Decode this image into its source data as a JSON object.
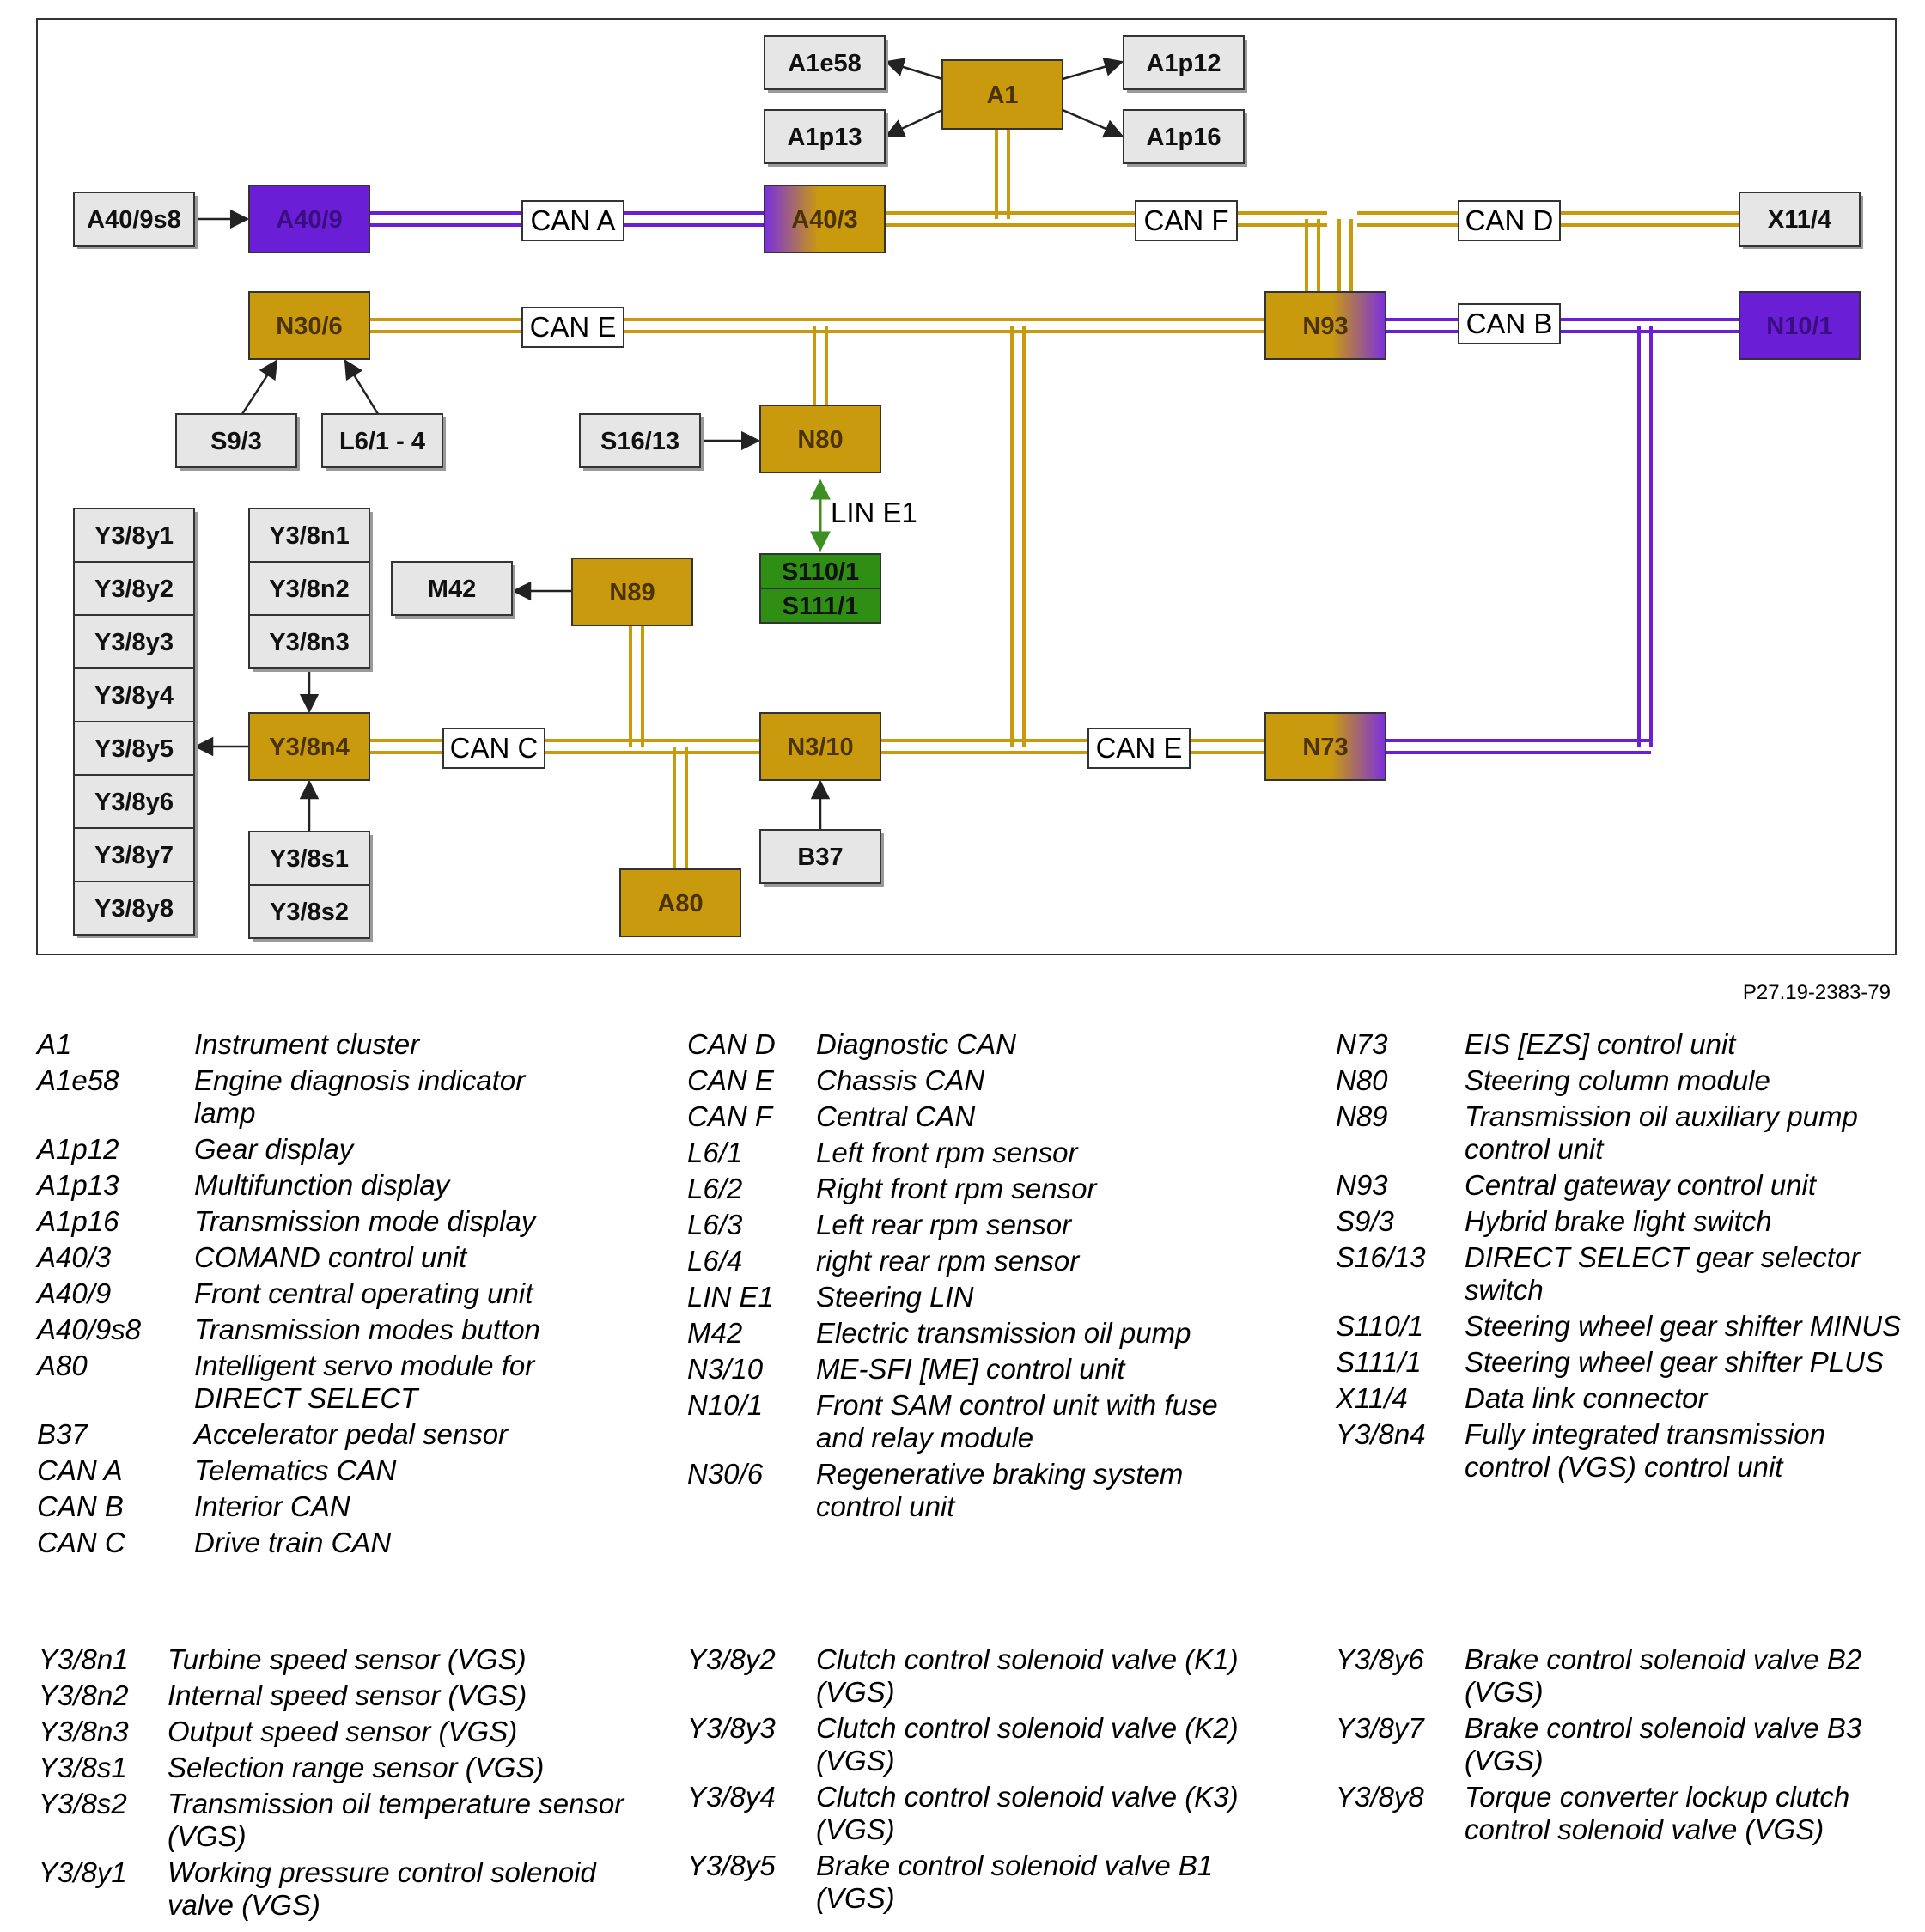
{
  "nodes": [
    {
      "id": "A1",
      "label": "A1",
      "kind": "gold"
    },
    {
      "id": "A1e58",
      "label": "A1e58",
      "kind": "grey"
    },
    {
      "id": "A1p13",
      "label": "A1p13",
      "kind": "grey"
    },
    {
      "id": "A1p12",
      "label": "A1p12",
      "kind": "grey"
    },
    {
      "id": "A1p16",
      "label": "A1p16",
      "kind": "grey"
    },
    {
      "id": "A40/9s8",
      "label": "A40/9s8",
      "kind": "grey"
    },
    {
      "id": "A40/9",
      "label": "A40/9",
      "kind": "purple"
    },
    {
      "id": "A40/3",
      "label": "A40/3",
      "kind": "grad"
    },
    {
      "id": "X11/4",
      "label": "X11/4",
      "kind": "grey"
    },
    {
      "id": "N30/6",
      "label": "N30/6",
      "kind": "gold"
    },
    {
      "id": "N93",
      "label": "N93",
      "kind": "grad"
    },
    {
      "id": "N10/1",
      "label": "N10/1",
      "kind": "purple"
    },
    {
      "id": "S9/3",
      "label": "S9/3",
      "kind": "grey"
    },
    {
      "id": "L6/1 - 4",
      "label": "L6/1 - 4",
      "kind": "grey"
    },
    {
      "id": "S16/13",
      "label": "S16/13",
      "kind": "grey"
    },
    {
      "id": "N80",
      "label": "N80",
      "kind": "gold"
    },
    {
      "id": "S110/1",
      "label": "S110/1",
      "kind": "green"
    },
    {
      "id": "S111/1",
      "label": "S111/1",
      "kind": "green"
    },
    {
      "id": "M42",
      "label": "M42",
      "kind": "grey"
    },
    {
      "id": "N89",
      "label": "N89",
      "kind": "gold"
    },
    {
      "id": "Y3/8y1",
      "label": "Y3/8y1",
      "kind": "grey"
    },
    {
      "id": "Y3/8y2",
      "label": "Y3/8y2",
      "kind": "grey"
    },
    {
      "id": "Y3/8y3",
      "label": "Y3/8y3",
      "kind": "grey"
    },
    {
      "id": "Y3/8y4",
      "label": "Y3/8y4",
      "kind": "grey"
    },
    {
      "id": "Y3/8y5",
      "label": "Y3/8y5",
      "kind": "grey"
    },
    {
      "id": "Y3/8y6",
      "label": "Y3/8y6",
      "kind": "grey"
    },
    {
      "id": "Y3/8y7",
      "label": "Y3/8y7",
      "kind": "grey"
    },
    {
      "id": "Y3/8y8",
      "label": "Y3/8y8",
      "kind": "grey"
    },
    {
      "id": "Y3/8n1",
      "label": "Y3/8n1",
      "kind": "grey"
    },
    {
      "id": "Y3/8n2",
      "label": "Y3/8n2",
      "kind": "grey"
    },
    {
      "id": "Y3/8n3",
      "label": "Y3/8n3",
      "kind": "grey"
    },
    {
      "id": "Y3/8n4",
      "label": "Y3/8n4",
      "kind": "gold"
    },
    {
      "id": "Y3/8s1",
      "label": "Y3/8s1",
      "kind": "grey"
    },
    {
      "id": "Y3/8s2",
      "label": "Y3/8s2",
      "kind": "grey"
    },
    {
      "id": "N3/10",
      "label": "N3/10",
      "kind": "gold"
    },
    {
      "id": "N73",
      "label": "N73",
      "kind": "grad"
    },
    {
      "id": "A80",
      "label": "A80",
      "kind": "gold"
    },
    {
      "id": "B37",
      "label": "B37",
      "kind": "grey"
    }
  ],
  "buses": [
    {
      "id": "CAN A",
      "label": "CAN A"
    },
    {
      "id": "CAN F",
      "label": "CAN F"
    },
    {
      "id": "CAN D",
      "label": "CAN D"
    },
    {
      "id": "CAN E top",
      "label": "CAN E"
    },
    {
      "id": "CAN B",
      "label": "CAN B"
    },
    {
      "id": "CAN C",
      "label": "CAN C"
    },
    {
      "id": "CAN E bottom",
      "label": "CAN E"
    }
  ],
  "lin_label": "LIN E1",
  "colors": {
    "gold": "#c99a0e",
    "purple": "#6a1ed6",
    "green": "#2e8f14",
    "grey": "#e6e6e6"
  },
  "reference": "P27.19-2383-79",
  "legend_top": [
    [
      {
        "code": "A1",
        "text": "Instrument cluster"
      },
      {
        "code": "A1e58",
        "text": "Engine diagnosis indicator lamp"
      },
      {
        "code": "A1p12",
        "text": "Gear display"
      },
      {
        "code": "A1p13",
        "text": "Multifunction display"
      },
      {
        "code": "A1p16",
        "text": "Transmission mode display"
      },
      {
        "code": "A40/3",
        "text": "COMAND control unit"
      },
      {
        "code": "A40/9",
        "text": "Front central operating unit"
      },
      {
        "code": "A40/9s8",
        "text": "Transmission modes button"
      },
      {
        "code": "A80",
        "text": "Intelligent servo module for DIRECT SELECT"
      },
      {
        "code": "B37",
        "text": "Accelerator pedal sensor"
      },
      {
        "code": "CAN A",
        "text": "Telematics CAN"
      },
      {
        "code": "CAN B",
        "text": "Interior CAN"
      },
      {
        "code": "CAN C",
        "text": "Drive train CAN"
      }
    ],
    [
      {
        "code": "CAN D",
        "text": "Diagnostic CAN"
      },
      {
        "code": "CAN E",
        "text": "Chassis CAN"
      },
      {
        "code": "CAN F",
        "text": "Central CAN"
      },
      {
        "code": "L6/1",
        "text": "Left front rpm sensor"
      },
      {
        "code": "L6/2",
        "text": "Right front rpm sensor"
      },
      {
        "code": "L6/3",
        "text": "Left rear rpm sensor"
      },
      {
        "code": "L6/4",
        "text": "right rear rpm sensor"
      },
      {
        "code": "LIN E1",
        "text": "Steering LIN"
      },
      {
        "code": "M42",
        "text": "Electric transmission oil pump"
      },
      {
        "code": "N3/10",
        "text": "ME-SFI [ME] control unit"
      },
      {
        "code": "N10/1",
        "text": "Front SAM control unit with fuse and relay module"
      },
      {
        "code": "N30/6",
        "text": "Regenerative braking system control unit"
      }
    ],
    [
      {
        "code": "N73",
        "text": "EIS [EZS] control unit"
      },
      {
        "code": "N80",
        "text": "Steering column module"
      },
      {
        "code": "N89",
        "text": "Transmission oil auxiliary pump control unit"
      },
      {
        "code": "N93",
        "text": "Central gateway control unit"
      },
      {
        "code": "S9/3",
        "text": "Hybrid brake light switch"
      },
      {
        "code": "S16/13",
        "text": "DIRECT SELECT gear selector switch"
      },
      {
        "code": "S110/1",
        "text": "Steering wheel gear shifter MINUS"
      },
      {
        "code": "S111/1",
        "text": "Steering wheel gear shifter PLUS"
      },
      {
        "code": "X11/4",
        "text": "Data link connector"
      },
      {
        "code": "Y3/8n4",
        "text": "Fully integrated transmission control (VGS) control unit"
      }
    ]
  ],
  "legend_bottom": [
    [
      {
        "code": "Y3/8n1",
        "text": "Turbine speed sensor (VGS)"
      },
      {
        "code": "Y3/8n2",
        "text": "Internal speed sensor (VGS)"
      },
      {
        "code": "Y3/8n3",
        "text": "Output speed sensor (VGS)"
      },
      {
        "code": "Y3/8s1",
        "text": "Selection range sensor (VGS)"
      },
      {
        "code": "Y3/8s2",
        "text": "Transmission oil temperature sensor (VGS)"
      },
      {
        "code": "Y3/8y1",
        "text": "Working pressure control solenoid valve (VGS)"
      }
    ],
    [
      {
        "code": "Y3/8y2",
        "text": "Clutch control solenoid valve (K1) (VGS)"
      },
      {
        "code": "Y3/8y3",
        "text": "Clutch control solenoid valve (K2) (VGS)"
      },
      {
        "code": "Y3/8y4",
        "text": "Clutch control solenoid valve (K3) (VGS)"
      },
      {
        "code": "Y3/8y5",
        "text": "Brake control solenoid valve B1 (VGS)"
      }
    ],
    [
      {
        "code": "Y3/8y6",
        "text": "Brake control solenoid valve B2 (VGS)"
      },
      {
        "code": "Y3/8y7",
        "text": "Brake control solenoid valve B3 (VGS)"
      },
      {
        "code": "Y3/8y8",
        "text": "Torque converter lockup clutch control solenoid valve (VGS)"
      }
    ]
  ]
}
